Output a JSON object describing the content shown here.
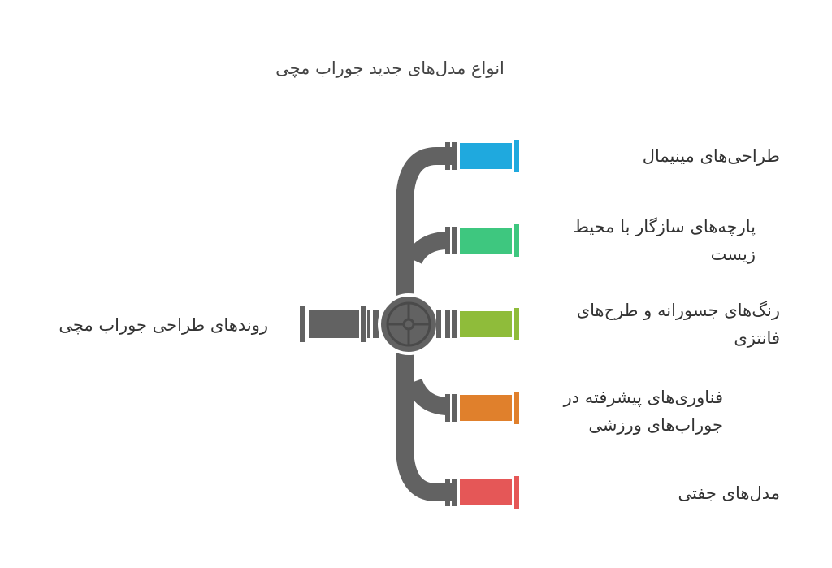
{
  "title": "انواع مدل‌های جدید جوراب مچی",
  "root": {
    "label": "روندهای طراحی جوراب مچی"
  },
  "branches": [
    {
      "label": "طراحی‌های مینیمال",
      "color": "#1fa9de"
    },
    {
      "label": "پارچه‌های سازگار با محیط زیست",
      "color": "#3ec77f"
    },
    {
      "label": "رنگ‌های جسورانه و طرح‌های فانتزی",
      "color": "#8fbc3a"
    },
    {
      "label": "فناوری‌های پیشرفته در جوراب‌های ورزشی",
      "color": "#e0802c"
    },
    {
      "label": "مدل‌های جفتی",
      "color": "#e55757"
    }
  ],
  "colors": {
    "pipe": "#626262",
    "flange_gap": "#ffffff"
  },
  "icons": {
    "valve": "valve-wheel-icon"
  }
}
